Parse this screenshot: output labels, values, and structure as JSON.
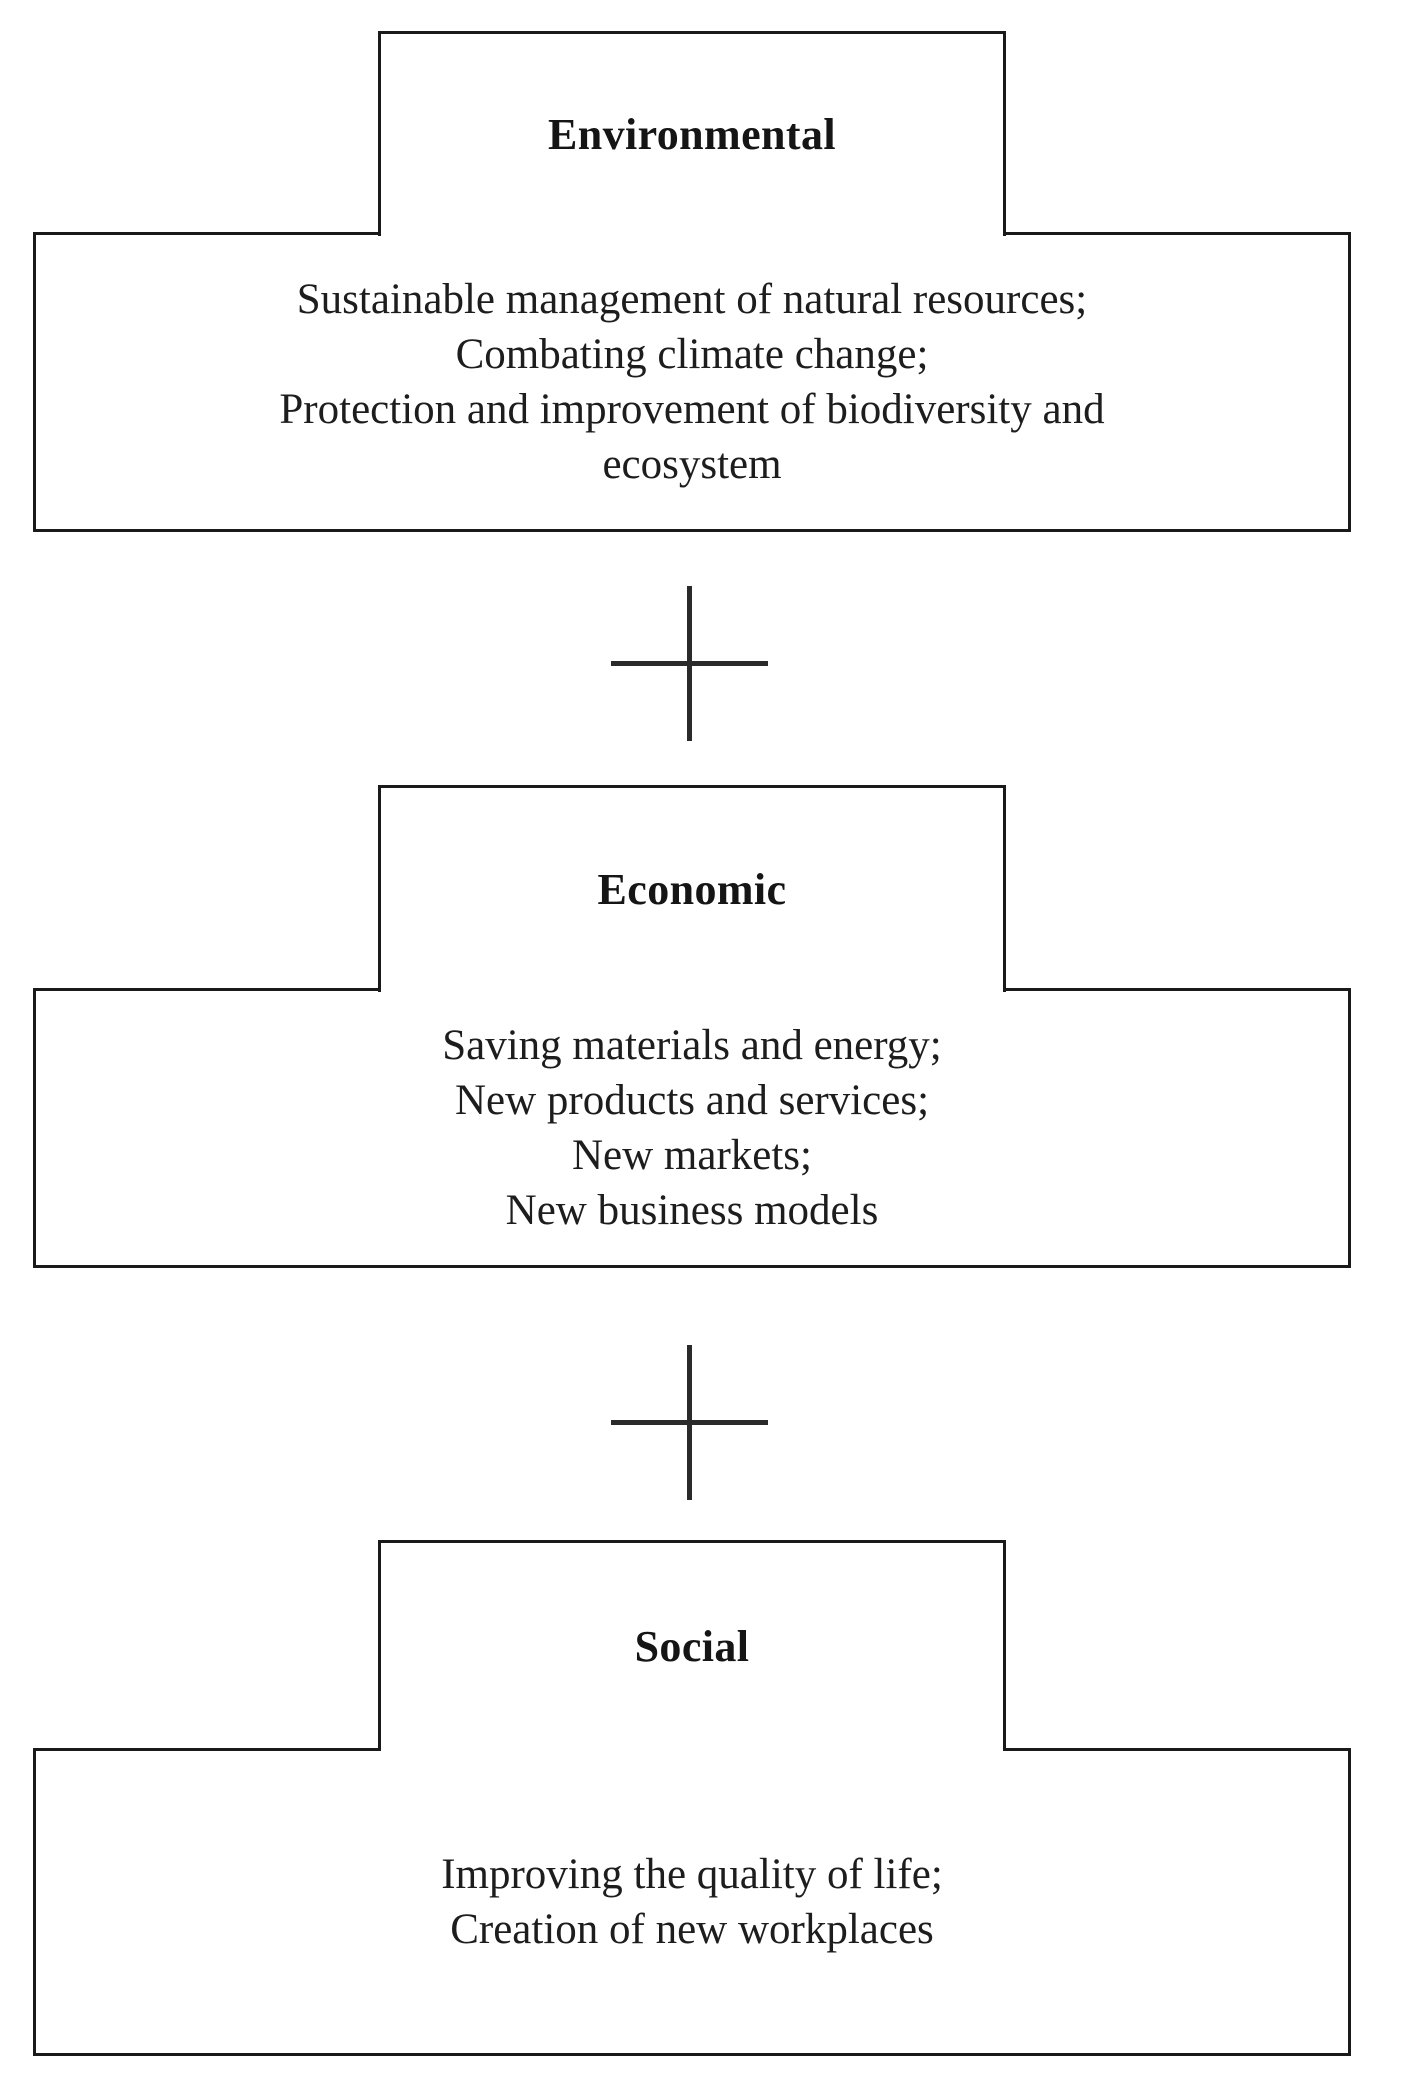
{
  "diagram": {
    "type": "stacked-pillar-diagram",
    "orientation": "vertical",
    "connector_symbol": "+",
    "line_color": "#1a1a1a",
    "background_color": "#ffffff",
    "pillars": [
      {
        "id": "environmental",
        "title": "Environmental",
        "items": [
          "Sustainable management of natural resources;",
          "Combating climate change;",
          "Protection and improvement of biodiversity and ecosystem"
        ],
        "body": "Sustainable management of natural resources;\nCombating climate change;\nProtection and improvement of biodiversity and\necosystem"
      },
      {
        "id": "economic",
        "title": "Economic",
        "items": [
          "Saving materials and energy;",
          "New products and services;",
          "New markets;",
          "New business models"
        ],
        "body": "Saving materials and energy;\nNew products and services;\nNew markets;\nNew business models"
      },
      {
        "id": "social",
        "title": "Social",
        "items": [
          "Improving the quality of life;",
          "Creation of new workplaces"
        ],
        "body": "Improving the quality of life;\nCreation of new workplaces"
      }
    ],
    "connectors": [
      {
        "id": "plus-1",
        "symbol": "+",
        "between": [
          "environmental",
          "economic"
        ]
      },
      {
        "id": "plus-2",
        "symbol": "+",
        "between": [
          "economic",
          "social"
        ]
      }
    ]
  }
}
